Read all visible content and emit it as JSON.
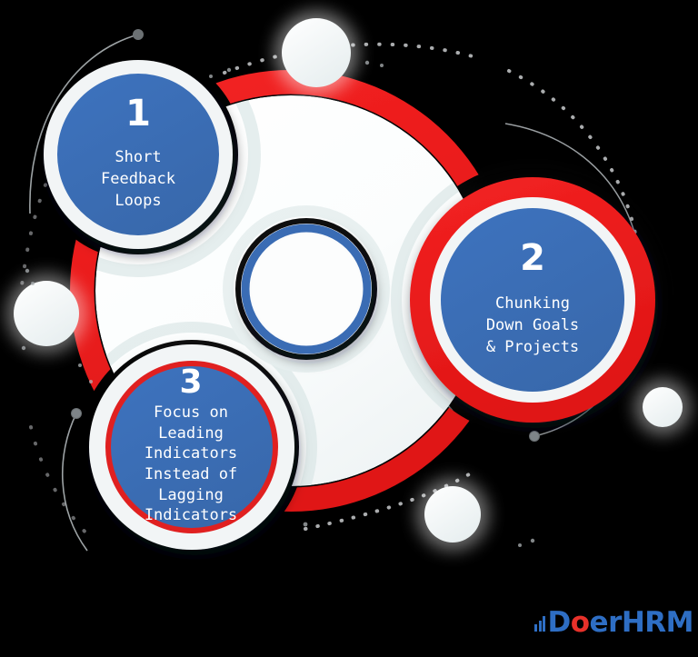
{
  "diagram": {
    "title_visible": false,
    "background_color": "#000000",
    "accent_blue": "#3a6cb4",
    "accent_red": "#ee2222",
    "ring_white": "#f2f5f6",
    "center_ring_color": "#3a6cb4",
    "center_fill": "#fbfcfc",
    "nodes": [
      {
        "number": "1",
        "label": "Short\nFeedback\nLoops",
        "fill": "#3a6cb4",
        "ring": "#f2f5f6"
      },
      {
        "number": "2",
        "label": "Chunking\nDown Goals\n& Projects",
        "fill": "#3a6cb4",
        "ring": "#ee2222"
      },
      {
        "number": "3",
        "label": "Focus on\nLeading\nIndicators\nInstead of\nLagging\nIndicators",
        "fill": "#3a6cb4",
        "ring": "#e02020"
      }
    ]
  },
  "logo": {
    "bars_icon": "bar-chart-icon",
    "part1": "D",
    "part2": "o",
    "part3": "erHRM",
    "blue": "#2e6ec4",
    "red": "#e8312a"
  }
}
